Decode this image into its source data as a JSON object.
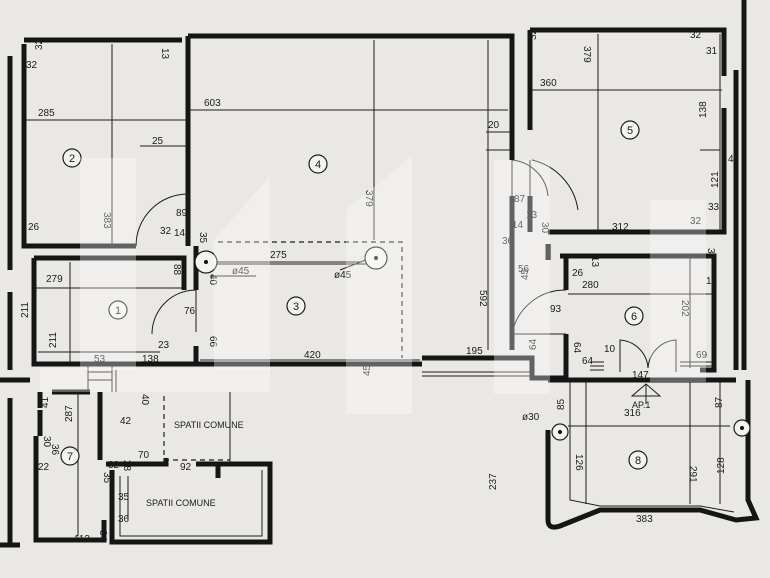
{
  "rooms": [
    {
      "id": "room-1",
      "number": "1"
    },
    {
      "id": "room-2",
      "number": "2"
    },
    {
      "id": "room-3",
      "number": "3"
    },
    {
      "id": "room-4",
      "number": "4"
    },
    {
      "id": "room-5",
      "number": "5"
    },
    {
      "id": "room-6",
      "number": "6"
    },
    {
      "id": "room-7",
      "number": "7"
    },
    {
      "id": "room-8",
      "number": "8"
    }
  ],
  "labels": {
    "common_1": "SPATII COMUNE",
    "common_2": "SPATII COMUNE",
    "apartment": "AP.1",
    "apartment_number": "147",
    "pillar_1": "ø45",
    "pillar_2": "ø45",
    "pillar_3": "ø30"
  },
  "dimensions": [
    "32",
    "32",
    "13",
    "285",
    "25",
    "383",
    "26",
    "603",
    "89",
    "32",
    "14",
    "35",
    "379",
    "20",
    "32",
    "379",
    "32",
    "31",
    "360",
    "138",
    "45",
    "121",
    "33",
    "32",
    "312",
    "87",
    "13",
    "36",
    "14",
    "30",
    "279",
    "88",
    "211",
    "211",
    "76",
    "23",
    "53",
    "138",
    "66",
    "275",
    "40",
    "420",
    "592",
    "195",
    "45",
    "56",
    "45",
    "26",
    "13",
    "280",
    "32",
    "16",
    "93",
    "202",
    "64",
    "64",
    "10",
    "69",
    "64",
    "41",
    "287",
    "42",
    "40",
    "30",
    "36",
    "22",
    "70",
    "92",
    "32",
    "28",
    "35",
    "35",
    "36",
    "34",
    "113",
    "85",
    "316",
    "87",
    "126",
    "237",
    "291",
    "128",
    "383"
  ]
}
